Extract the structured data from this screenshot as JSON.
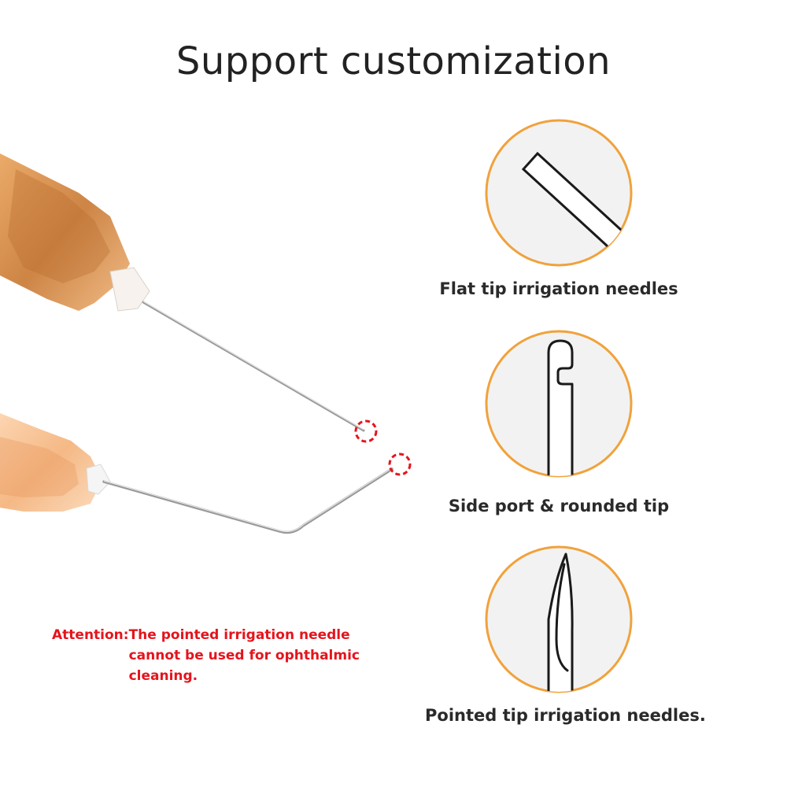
{
  "title": "Support customization",
  "colors": {
    "accent_ring": "#f0a23c",
    "circle_fill": "#f2f2f2",
    "attention": "#e5141c",
    "hub_amber": "#d98a3a",
    "hub_light": "#f3b27a",
    "marker": "#e5141c"
  },
  "features": [
    {
      "label": "Flat tip irrigation needles",
      "icon": "flat-tip-icon"
    },
    {
      "label": "Side port & rounded tip",
      "icon": "side-port-rounded-tip-icon"
    },
    {
      "label": "Pointed tip irrigation needles.",
      "icon": "pointed-tip-icon"
    }
  ],
  "attention": {
    "prefix": "Attention:",
    "text": "The pointed irrigation needle cannot be used for ophthalmic cleaning."
  }
}
